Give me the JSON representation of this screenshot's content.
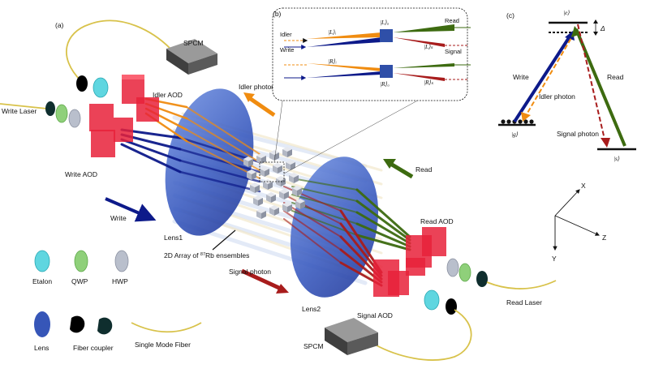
{
  "panels": {
    "a": "(a)",
    "b": "(b)",
    "c": "(c)"
  },
  "labels": {
    "spcm_top": "SPCM",
    "spcm_bottom": "SPCM",
    "write_laser": "Write Laser",
    "idler_aod": "Idler AOD",
    "write_aod": "Write AOD",
    "idler_photon": "Idler photon",
    "write": "Write",
    "lens1": "Lens1",
    "array_prefix": "2D Array of ",
    "array_sup": "87",
    "array_suffix": "Rb ensembles",
    "read": "Read",
    "read_aod": "Read AOD",
    "signal_photon": "Signal photon",
    "lens2": "Lens2",
    "signal_aod": "Signal AOD",
    "read_laser": "Read Laser"
  },
  "legend": {
    "etalon": "Etalon",
    "qwp": "QWP",
    "hwp": "HWP",
    "lens": "Lens",
    "fiber_coupler": "Fiber coupler",
    "smf": "Single Mode Fiber"
  },
  "inset_b": {
    "idler": "Idler",
    "write": "Write",
    "read": "Read",
    "signal": "Signal",
    "L_i": "|L⟩ᵢ",
    "L_a": "|L⟩ₐ",
    "L_s": "|L⟩ₛ",
    "R_i": "|R⟩ᵢ",
    "R_a": "|R⟩ₐ",
    "R_s": "|R⟩ₛ"
  },
  "inset_c": {
    "e": "|e⟩",
    "g": "|g⟩",
    "s": "|s⟩",
    "delta": "Δ",
    "write": "Write",
    "idler_photon": "Idler photon",
    "read": "Read",
    "signal_photon": "Signal photon"
  },
  "axes": {
    "x": "X",
    "y": "Y",
    "z": "Z"
  },
  "colors": {
    "write": "#0d1a8a",
    "idler": "#f08c10",
    "read": "#3d6b10",
    "signal": "#a81c1c",
    "aod": "#e8213a",
    "lens": "#3656b8",
    "etalon": "#5fd6e0",
    "qwp": "#8fd07a",
    "hwp": "#b9bfcc",
    "fiber": "#d8c24a",
    "spcm": "#555555"
  }
}
